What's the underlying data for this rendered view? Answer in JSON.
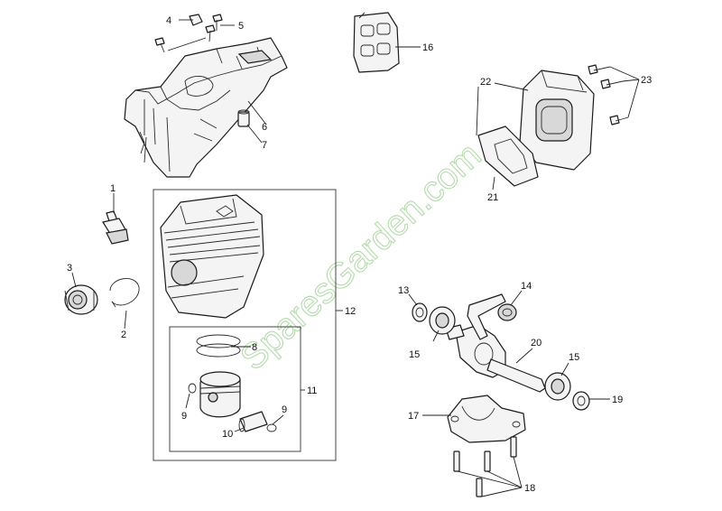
{
  "watermark": {
    "text": "SparesGarden.com",
    "color": "#9bd08f"
  },
  "callouts": [
    {
      "id": "c1",
      "label": "1"
    },
    {
      "id": "c2",
      "label": "2"
    },
    {
      "id": "c3",
      "label": "3"
    },
    {
      "id": "c4",
      "label": "4"
    },
    {
      "id": "c5",
      "label": "5"
    },
    {
      "id": "c6",
      "label": "6"
    },
    {
      "id": "c7",
      "label": "7"
    },
    {
      "id": "c8",
      "label": "8"
    },
    {
      "id": "c9a",
      "label": "9"
    },
    {
      "id": "c9b",
      "label": "9"
    },
    {
      "id": "c10",
      "label": "10"
    },
    {
      "id": "c11",
      "label": "11"
    },
    {
      "id": "c12",
      "label": "12"
    },
    {
      "id": "c13",
      "label": "13"
    },
    {
      "id": "c14",
      "label": "14"
    },
    {
      "id": "c15a",
      "label": "15"
    },
    {
      "id": "c15b",
      "label": "15"
    },
    {
      "id": "c16",
      "label": "16"
    },
    {
      "id": "c17",
      "label": "17"
    },
    {
      "id": "c18",
      "label": "18"
    },
    {
      "id": "c19",
      "label": "19"
    },
    {
      "id": "c20",
      "label": "20"
    },
    {
      "id": "c21",
      "label": "21"
    },
    {
      "id": "c22",
      "label": "22"
    },
    {
      "id": "c23",
      "label": "23"
    }
  ]
}
